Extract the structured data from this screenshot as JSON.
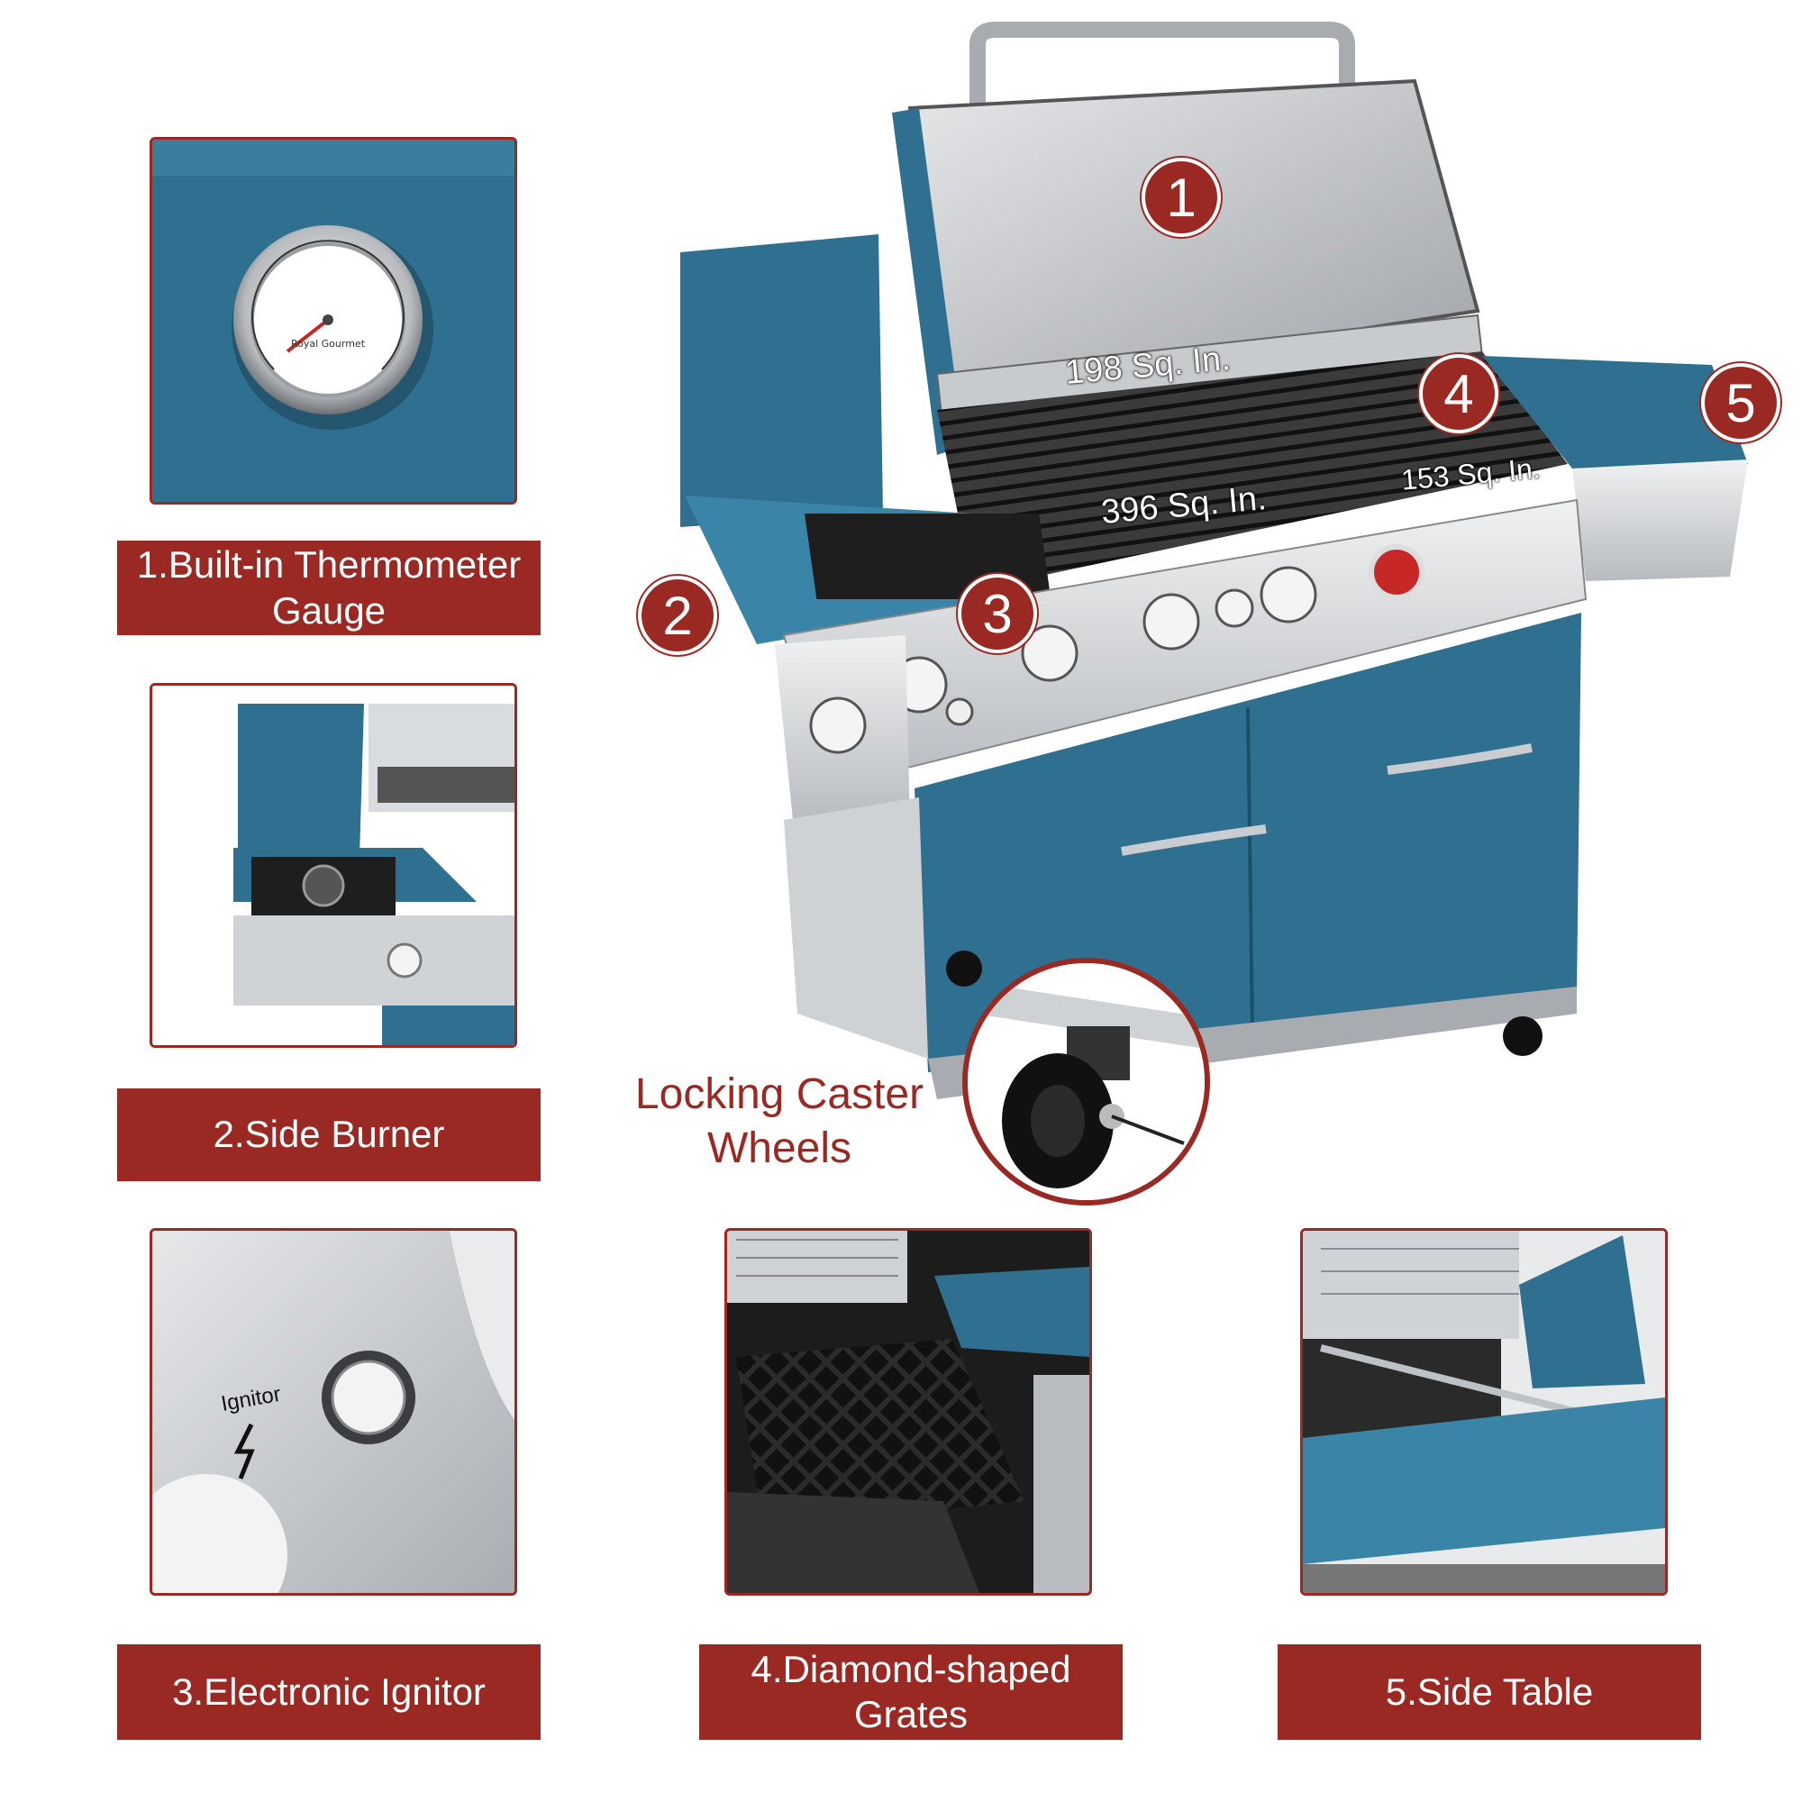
{
  "features": [
    {
      "number": "1",
      "caption": "1.Built-in Thermometer\nGauge"
    },
    {
      "number": "2",
      "caption": "2.Side Burner"
    },
    {
      "number": "3",
      "caption": "3.Electronic Ignitor"
    },
    {
      "number": "4",
      "caption": "4.Diamond-shaped\nGrates"
    },
    {
      "number": "5",
      "caption": "5.Side Table"
    }
  ],
  "cooking_areas": {
    "warming_rack": "198 Sq. In.",
    "main_grate": "396 Sq. In.",
    "side_grate": "153 Sq. In."
  },
  "caster_label": "Locking Caster\nWheels",
  "gauge": {
    "brand": "Royal Gourmet"
  },
  "ignitor_label": "Ignitor",
  "colors": {
    "accent": "#9b2923",
    "grill_body": "#2f6f8f",
    "steel": "#c8cbce"
  }
}
